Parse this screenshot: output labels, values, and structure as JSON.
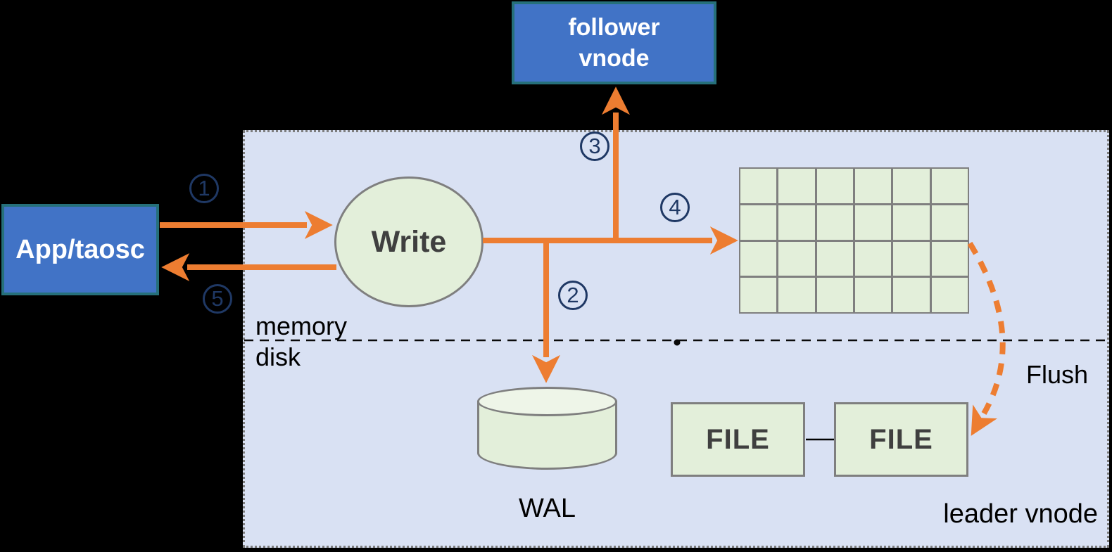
{
  "colors": {
    "arrow_orange": "#ED7D31",
    "step_navy": "#1F3864",
    "node_blue": "#4173C6",
    "node_blue_border": "#26707A",
    "panel_lavender": "#D9E1F3",
    "shape_green": "#E2EFDA",
    "shape_border_gray": "#7F7F7F",
    "dark_text": "#3F3F3F"
  },
  "nodes": {
    "follower": {
      "label": "follower\nvnode"
    },
    "app": {
      "label": "App/taosc"
    },
    "write": {
      "label": "Write"
    },
    "wal": {
      "label": "WAL"
    },
    "file_left": {
      "label": "FILE"
    },
    "file_right": {
      "label": "FILE"
    }
  },
  "labels": {
    "memory": "memory",
    "disk": "disk",
    "flush": "Flush",
    "leader_vnode": "leader vnode"
  },
  "steps": [
    {
      "num": "1"
    },
    {
      "num": "2"
    },
    {
      "num": "3"
    },
    {
      "num": "4"
    },
    {
      "num": "5"
    }
  ],
  "memtable": {
    "rows": 4,
    "cols": 6
  }
}
